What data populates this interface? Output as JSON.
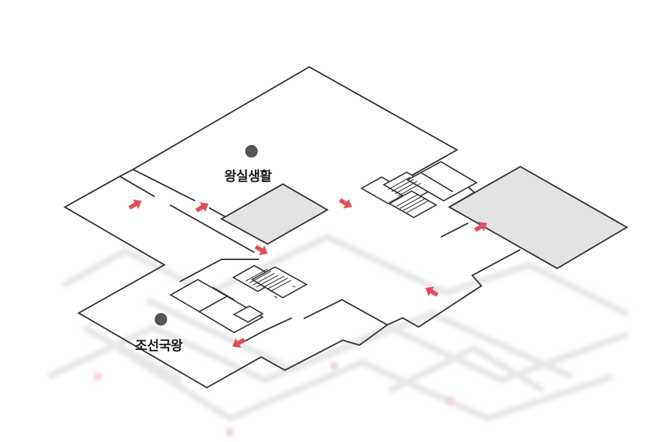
{
  "colors": {
    "wall": "#333333",
    "room_fill": "#e3e3e3",
    "arrow": "#e0505a",
    "marker": "#555555",
    "ghost_floor": "#eaeaea"
  },
  "zones": [
    {
      "id": "royal-life",
      "label": "왕실생활",
      "marker_icon": "location-dot-icon"
    },
    {
      "id": "joseon-king",
      "label": "조선국왕",
      "marker_icon": "location-dot-icon"
    }
  ],
  "arrow_icon": "direction-arrow-icon"
}
